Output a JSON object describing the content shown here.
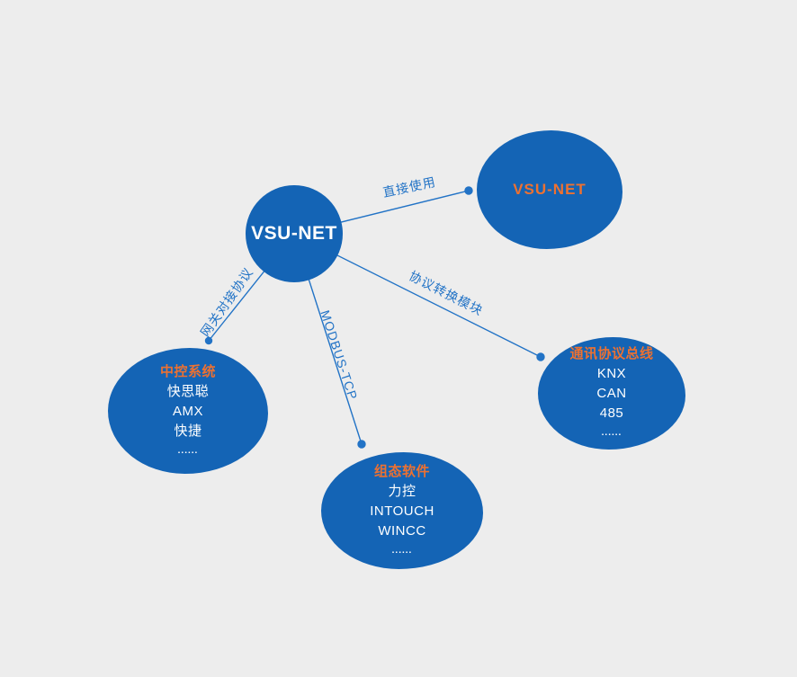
{
  "canvas": {
    "background": "#EDEDED"
  },
  "colors": {
    "node_fill": "#1464B5",
    "title_orange": "#ED7131",
    "edge_blue": "#2273C6",
    "node_text": "#FFFFFF"
  },
  "nodes": {
    "center": {
      "title": "VSU-NET"
    },
    "direct_use": {
      "title": "VSU-NET"
    },
    "control_system": {
      "title": "中控系统",
      "items": [
        "快思聪",
        "AMX",
        "快捷"
      ],
      "dots": "......"
    },
    "scada_software": {
      "title": "组态软件",
      "items": [
        "力控",
        "INTOUCH",
        "WINCC"
      ],
      "dots": "......"
    },
    "protocol_bus": {
      "title": "通讯协议总线",
      "items": [
        "KNX",
        "CAN",
        "485"
      ],
      "dots": "......"
    }
  },
  "edge_labels": {
    "direct": "直接使用",
    "gateway": "网关对接协议",
    "modbus": "MODBUS-TCP",
    "converter": "协议转换模块"
  }
}
